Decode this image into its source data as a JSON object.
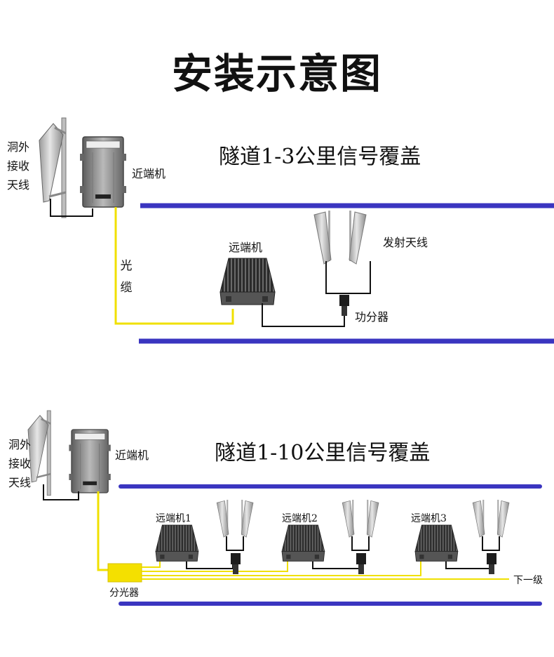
{
  "title": "安装示意图",
  "colors": {
    "rail": "#3a35c0",
    "fiber": "#f0e000",
    "cable": "#111111",
    "splitter": "#f4e000"
  },
  "section1": {
    "heading": "隧道1-3公里信号覆盖",
    "outdoor_antenna_label": "洞外\n接收\n天线",
    "near_unit_label": "近端机",
    "fiber_label": "光\n缆",
    "remote_unit_label": "远端机",
    "tx_antenna_label": "发射天线",
    "power_divider_label": "功分器"
  },
  "section2": {
    "heading": "隧道1-10公里信号覆盖",
    "outdoor_antenna_label": "洞外\n接收\n天线",
    "near_unit_label": "近端机",
    "remote_units": [
      "远端机1",
      "远端机2",
      "远端机3"
    ],
    "splitter_label": "分光器",
    "next_level_label": "下一级"
  },
  "icons": [
    "panel-antenna-icon",
    "near-end-unit-icon",
    "remote-unit-icon",
    "power-divider-icon",
    "optical-splitter-icon"
  ]
}
